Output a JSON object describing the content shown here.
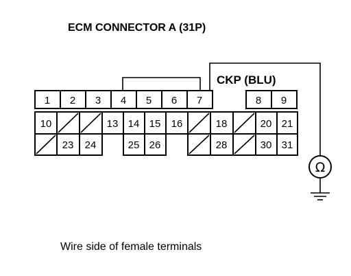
{
  "title": "ECM CONNECTOR A (31P)",
  "wire_label": "CKP (BLU)",
  "meter_symbol": "Ω",
  "caption": "Wire side of female terminals",
  "terminals": [
    {
      "id": "t1",
      "label": "1"
    },
    {
      "id": "t2",
      "label": "2"
    },
    {
      "id": "t3",
      "label": "3"
    },
    {
      "id": "t4",
      "label": "4"
    },
    {
      "id": "t5",
      "label": "5"
    },
    {
      "id": "t6",
      "label": "6"
    },
    {
      "id": "t7",
      "label": "7"
    },
    {
      "id": "t8",
      "label": "8"
    },
    {
      "id": "t9",
      "label": "9"
    },
    {
      "id": "t10",
      "label": "10"
    },
    {
      "id": "t13",
      "label": "13"
    },
    {
      "id": "t14",
      "label": "14"
    },
    {
      "id": "t15",
      "label": "15"
    },
    {
      "id": "t16",
      "label": "16"
    },
    {
      "id": "t18",
      "label": "18"
    },
    {
      "id": "t20",
      "label": "20"
    },
    {
      "id": "t21",
      "label": "21"
    },
    {
      "id": "t23",
      "label": "23"
    },
    {
      "id": "t24",
      "label": "24"
    },
    {
      "id": "t25",
      "label": "25"
    },
    {
      "id": "t26",
      "label": "26"
    },
    {
      "id": "t28",
      "label": "28"
    },
    {
      "id": "t30",
      "label": "30"
    },
    {
      "id": "t31",
      "label": "31"
    }
  ]
}
